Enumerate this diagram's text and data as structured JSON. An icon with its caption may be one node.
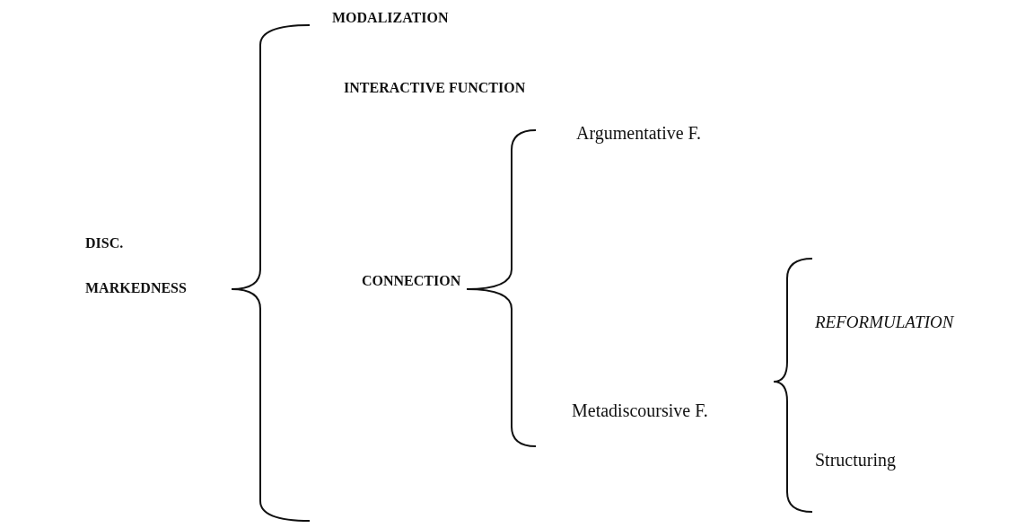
{
  "diagram": {
    "labels": [
      "MODALIZATION",
      "INTERACTIVE FUNCTION",
      "Argumentative F.",
      "DISC. MARKEDNESS",
      "CONNECTION",
      "REFORMULATION",
      "Metadiscoursive F.",
      "Structuring"
    ]
  }
}
